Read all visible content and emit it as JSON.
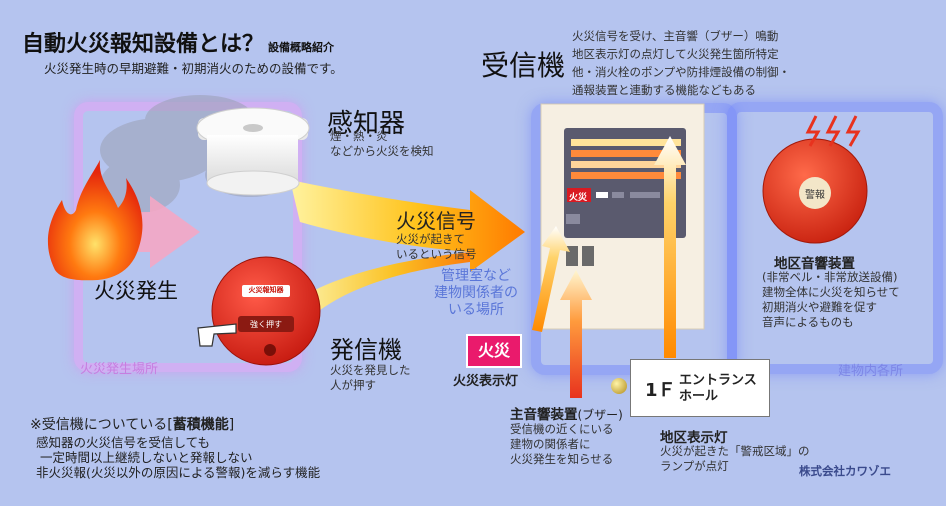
{
  "header": {
    "title": "自動火災報知設備とは？",
    "title_suffix": "設備概略紹介",
    "subtitle": "火災発生時の早期避難・初期消火のための設備です。"
  },
  "zones": {
    "fire_place": "火災発生場所",
    "building": "建物内各所"
  },
  "fire": {
    "label": "火災発生"
  },
  "detector": {
    "title": "感知器",
    "desc_line1": "煙・熱・炎",
    "desc_line2": "などから火災を検知"
  },
  "signal": {
    "title": "火災信号",
    "desc_line1": "火災が起きて",
    "desc_line2": "いるという信号"
  },
  "room": {
    "line1": "管理室など",
    "line2": "建物関係者の",
    "line3": "いる場所"
  },
  "receiver": {
    "title": "受信機",
    "desc_lines": [
      "火災信号を受け、主音響（ブザー）鳴動",
      "地区表示灯の点灯して火災発生箇所特定",
      "他・消火栓のポンプや防排煙設備の制御・",
      "通報装置と連動する機能などもある"
    ],
    "panel_fire_text": "火災"
  },
  "transmitter": {
    "title": "発信機",
    "desc_line1": "火災を発見した",
    "desc_line2": "人が押す",
    "plate_text": "火災報知器",
    "button_text": "強く押す"
  },
  "fire_display": {
    "badge": "火災",
    "label": "火災表示灯"
  },
  "buzzer": {
    "title": "主音響装置",
    "title_paren": "(ブザー)",
    "desc_lines": [
      "受信機の近くにいる",
      "建物の関係者に",
      "火災発生を知らせる"
    ]
  },
  "area_lamp": {
    "floor": "1Ｆ",
    "name_line1": "エントランス",
    "name_line2": "ホール",
    "title": "地区表示灯",
    "desc_line1": "火災が起きた「警戒区域」の",
    "desc_line2": "ランプが点灯"
  },
  "bell": {
    "title": "地区音響装置",
    "desc_lines": [
      "(非常ベル・非常放送設備)",
      "建物全体に火災を知らせて",
      "初期消火や避難を促す",
      "音声によるものも"
    ],
    "face_text": "警報"
  },
  "accumulation": {
    "prefix": "※受信機についている[",
    "bold": "蓄積機能",
    "suffix": "]",
    "lines": [
      "感知器の火災信号を受信しても",
      "一定時間以上継続しないと発報しない",
      "非火災報(火災以外の原因による警報)を減らす機能"
    ]
  },
  "company": "株式会社カワゾエ",
  "colors": {
    "background": "#b5c4ef",
    "arrow_orange": "#ff8a00",
    "badge_pink": "#ea1a6c",
    "bell_red": "#e8321e"
  }
}
